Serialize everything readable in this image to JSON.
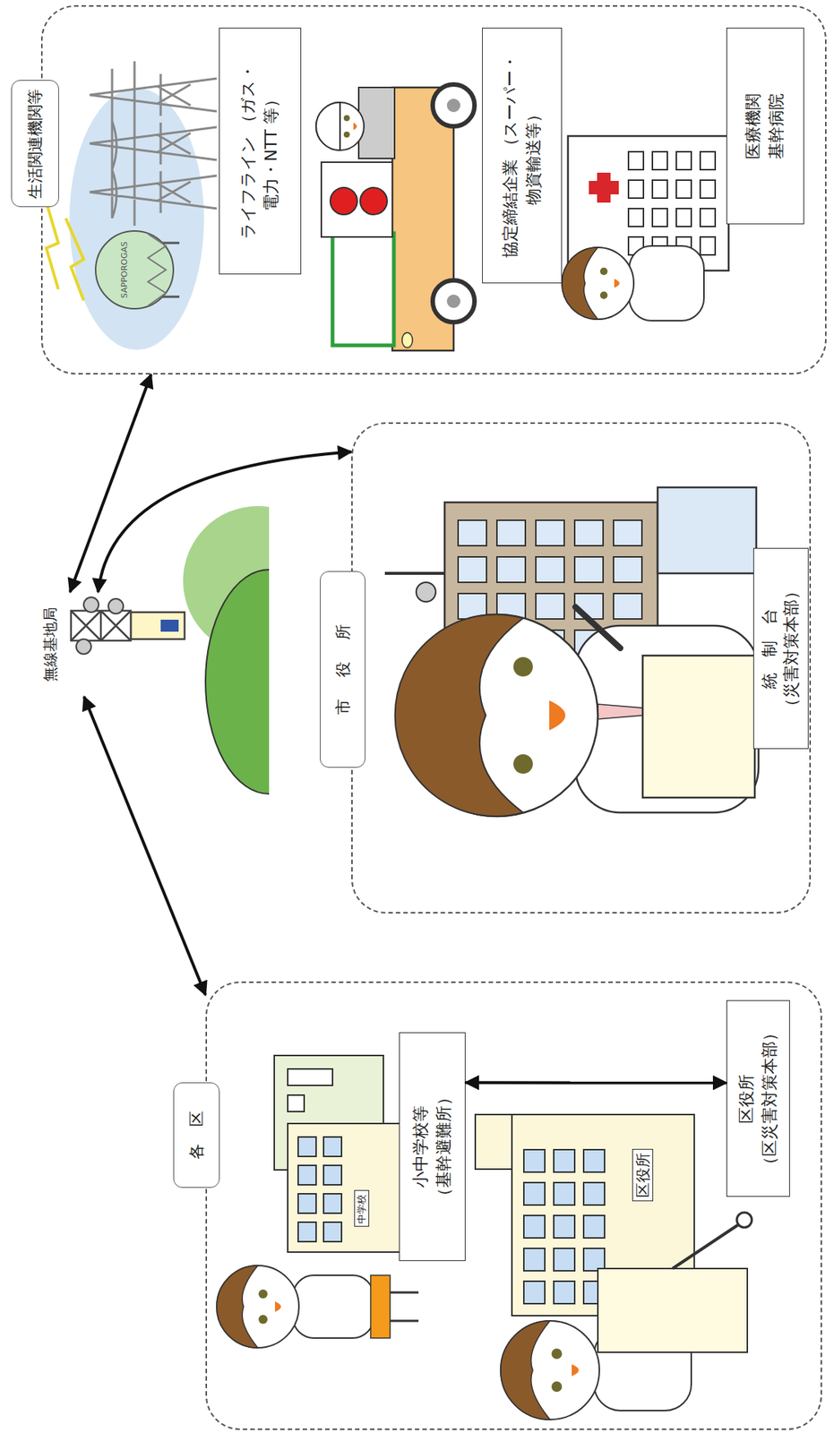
{
  "diagram": {
    "nodes": [
      {
        "text": [
          "無線基地局"
        ]
      },
      {
        "text": [
          "各 区"
        ]
      },
      {
        "text": [
          "小中学校等 （基幹避難所）"
        ],
        "in": 1
      },
      {
        "text": [
          "区役所 （区災害対策本部）"
        ],
        "in": 1
      },
      {
        "text": [
          "市 役 所"
        ]
      },
      {
        "text": [
          "統 制 台 （災害対策本部）"
        ],
        "in": 4
      },
      {
        "text": [
          "生活関連機関等"
        ]
      },
      {
        "text": [
          "ライフライン （ガス・電力・NTT 等）"
        ],
        "in": 6
      },
      {
        "text": [
          "協定締結企業 （スーパー・物資輸送等）"
        ],
        "in": 6
      },
      {
        "text": [
          "医療機関 基幹病院"
        ],
        "in": 6
      }
    ],
    "edges": [
      {
        "from": 0,
        "to": 1,
        "arrow": "both"
      },
      {
        "from": 0,
        "to": 4,
        "arrow": "both"
      },
      {
        "from": 0,
        "to": 6,
        "arrow": "both"
      },
      {
        "from": 2,
        "to": 3,
        "arrow": "both"
      }
    ],
    "labels": [
      "SAPPOROGAS",
      "中学校",
      "区役所"
    ]
  }
}
